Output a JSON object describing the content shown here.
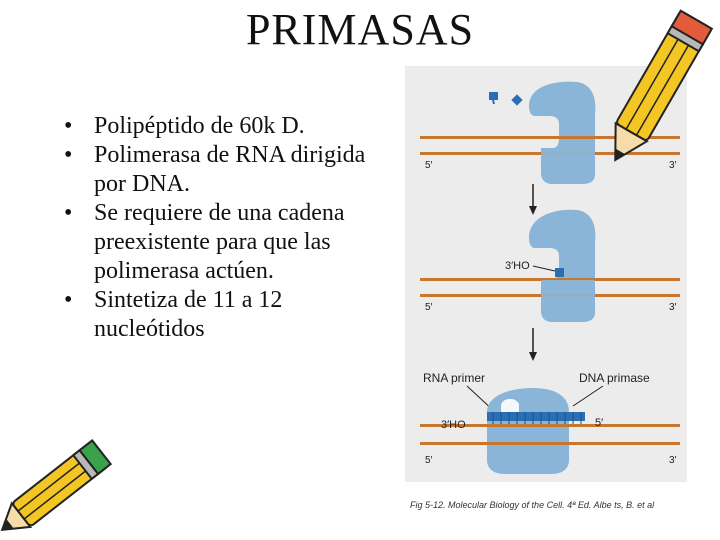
{
  "slide": {
    "title": "PRIMASAS",
    "bullets": [
      "Polipéptido de 60k D.",
      "Polimerasa de RNA dirigida por DNA.",
      "Se requiere de una cadena preexistente para que las polimerasa actúen.",
      "Sintetiza de 11 a 12 nucleótidos"
    ]
  },
  "figure": {
    "labels": {
      "five_prime": "5′",
      "three_prime": "3′",
      "three_ho": "3′HO",
      "rna_primer": "RNA primer",
      "dna_primase": "DNA primase"
    },
    "caption": "Fig 5-12. Molecular Biology of the Cell. 4ª Ed. Albe ts, B. et al",
    "colors": {
      "dna_strand": "#c8782e",
      "enzyme": "#8ab5d8",
      "enzyme_dark": "#5f95c4",
      "primer": "#2a6fb3",
      "background": "#ececec",
      "arrow": "#222222"
    }
  },
  "decorations": {
    "top_pencil_icon": "pencil-clipart",
    "bottom_pencil_icon": "pencil-clipart"
  }
}
